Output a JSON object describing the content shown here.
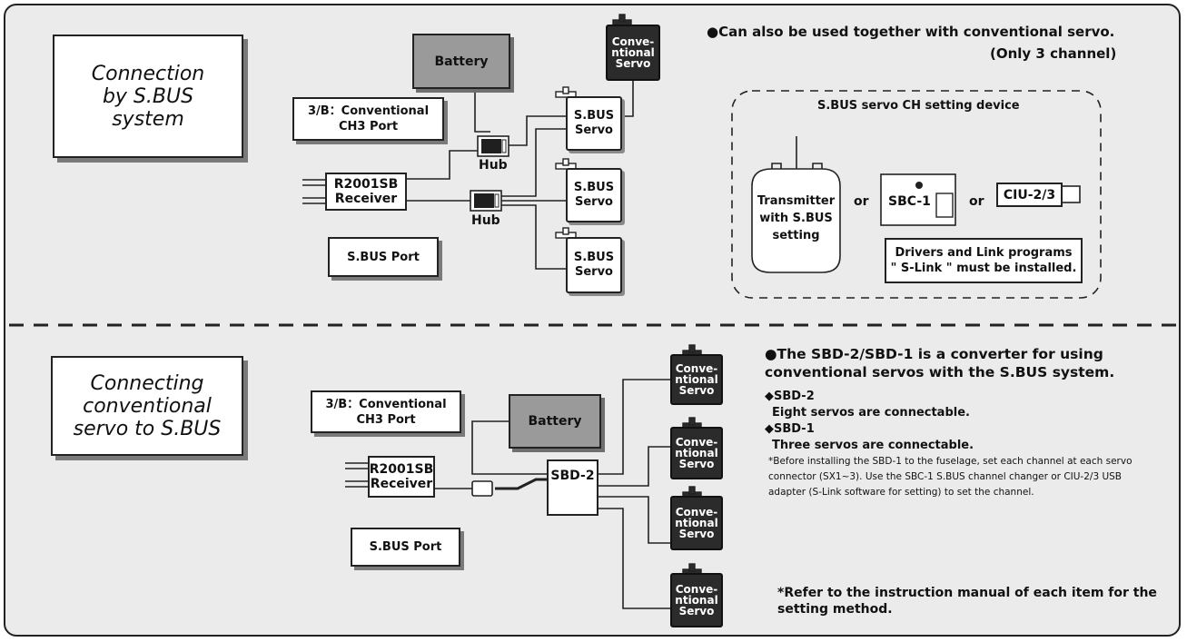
{
  "top": {
    "title": "Connection\nby S.BUS\nsystem",
    "battery": "Battery",
    "callout_port": "3/B：Conventional\nCH3 Port",
    "receiver": "R2001SB\nReceiver",
    "sbus_port": "S.BUS Port",
    "hub_label": "Hub",
    "conv_servo": "Conve-\nntional\nServo",
    "sbus_servo": "S.BUS\nServo",
    "note_line1": "●Can also be used together with conventional servo.",
    "note_line2": "(Only 3 channel)",
    "device_title": "S.BUS servo CH setting device",
    "transmitter": "Transmitter\nwith S.BUS\nsetting",
    "or": "or",
    "sbc1": "SBC-1",
    "ciu": "CIU-2/3",
    "drivers_note": "Drivers and Link programs\n\" S-Link \" must be installed."
  },
  "bottom": {
    "title": "Connecting\nconventional\nservo to S.BUS",
    "callout_port": "3/B：Conventional\nCH3 Port",
    "battery": "Battery",
    "receiver": "R2001SB\nReceiver",
    "sbus_port": "S.BUS Port",
    "sbd": "SBD-2",
    "conv_servo": "Conve-\nntional\nServo",
    "note1": "●The SBD-2/SBD-1 is a converter for using\n   conventional servos with the S.BUS system.",
    "sbd2_head": "◆SBD-2",
    "sbd2_text": "Eight servos are connectable.",
    "sbd1_head": "◆SBD-1",
    "sbd1_text": "Three servos are connectable.",
    "small_note": "*Before installing the SBD-1 to the fuselage, set each channel at each servo connector (SX1~3). Use the SBC-1 S.BUS channel changer or CIU-2/3 USB adapter (S-Link software for setting) to set the channel.",
    "refer_note": "*Refer to the instruction manual of each item for the\n  setting method."
  },
  "colors": {
    "background": "#ebebeb",
    "battery": "#9a9a9a",
    "dark_servo": "#2b2b2b"
  }
}
